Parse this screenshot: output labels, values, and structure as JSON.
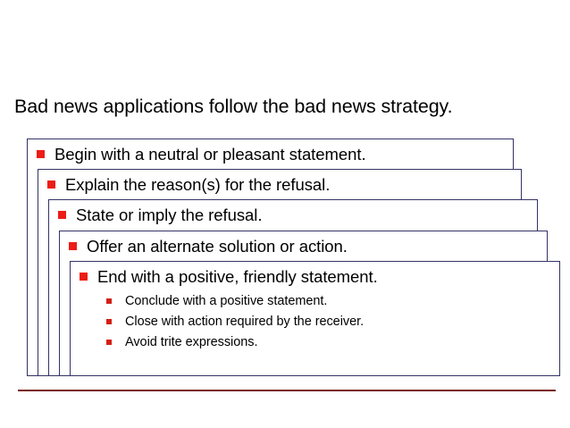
{
  "slide": {
    "title": "Bad news applications follow the bad news strategy.",
    "accent_color": "#ED1C16",
    "border_color": "#333366",
    "rule_color": "#7A1F1A",
    "background_color": "#ffffff",
    "text_color": "#000000"
  },
  "steps": [
    {
      "index": 1,
      "bullet_icon": "red-square-bullet",
      "text": "Begin with a neutral or pleasant statement."
    },
    {
      "index": 2,
      "bullet_icon": "red-square-bullet",
      "text": "Explain the reason(s) for the refusal."
    },
    {
      "index": 3,
      "bullet_icon": "red-square-bullet",
      "text": "State or imply the refusal."
    },
    {
      "index": 4,
      "bullet_icon": "red-square-bullet",
      "text": "Offer an alternate solution or action."
    },
    {
      "index": 5,
      "bullet_icon": "red-square-bullet",
      "text": "End with a positive, friendly statement."
    }
  ],
  "sub_points": [
    {
      "bullet_icon": "red-square-bullet-small",
      "text": "Conclude with a positive statement."
    },
    {
      "bullet_icon": "red-square-bullet-small",
      "text": "Close with action required by the receiver."
    },
    {
      "bullet_icon": "red-square-bullet-small",
      "text": "Avoid trite expressions."
    }
  ]
}
